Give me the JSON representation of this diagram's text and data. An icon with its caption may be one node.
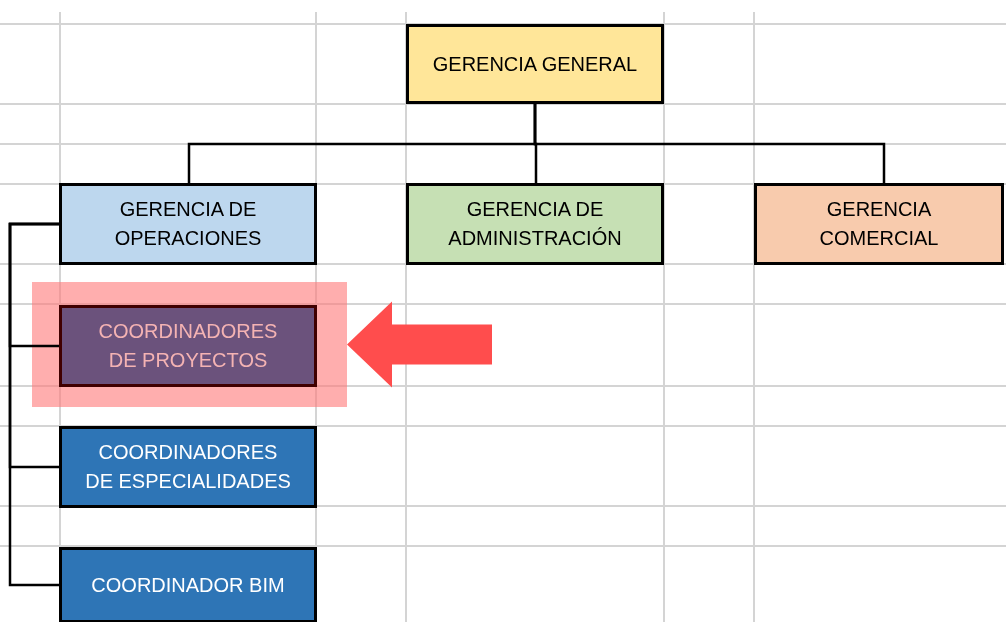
{
  "diagram": {
    "nodes": [
      {
        "text": [
          "GERENCIA GENERAL"
        ]
      },
      {
        "text": [
          "GERENCIA DE OPERACIONES"
        ]
      },
      {
        "text": [
          "GERENCIA DE ADMINISTRACIÓN"
        ]
      },
      {
        "text": [
          "GERENCIA COMERCIAL"
        ]
      },
      {
        "text": [],
        "shape": "box"
      },
      {
        "text": [
          "COORDINADORES DE PROYECTOS"
        ],
        "in": 4
      },
      {
        "text": [
          "COORDINADORES DE ESPECIALIDADES"
        ]
      },
      {
        "text": [
          "COORDINADOR BIM"
        ]
      }
    ],
    "edges": [
      {
        "from": 0,
        "to": 1,
        "arrow": "none"
      },
      {
        "from": 0,
        "to": 2,
        "arrow": "none"
      },
      {
        "from": 0,
        "to": 3,
        "arrow": "none"
      },
      {
        "from": 1,
        "to": 5,
        "arrow": "none"
      },
      {
        "from": 1,
        "to": 6,
        "arrow": "none"
      },
      {
        "from": 1,
        "to": 7,
        "arrow": "none"
      },
      {
        "from": null,
        "to": 4,
        "arrow": "to",
        "style": "thick",
        "color": "#ff4d4d"
      }
    ]
  }
}
